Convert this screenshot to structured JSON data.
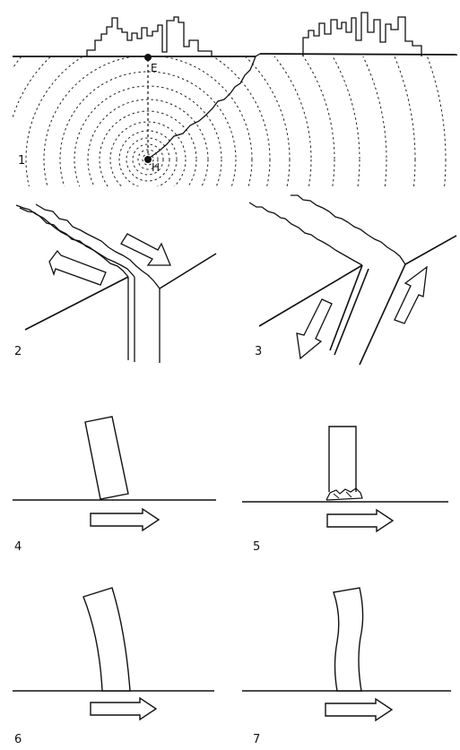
{
  "panels": [
    {
      "number": "1",
      "description": "seismic-waves"
    },
    {
      "number": "2",
      "description": "strike-slip-fault"
    },
    {
      "number": "3",
      "description": "oblique-fault"
    },
    {
      "number": "4",
      "description": "building-tilting"
    },
    {
      "number": "5",
      "description": "building-base-crushing"
    },
    {
      "number": "6",
      "description": "building-bending"
    },
    {
      "number": "7",
      "description": "building-oscillating"
    }
  ],
  "labels": {
    "epicenter": "E",
    "hypocenter": "H"
  },
  "colors": {
    "ink": "#111111",
    "paper": "#ffffff"
  }
}
